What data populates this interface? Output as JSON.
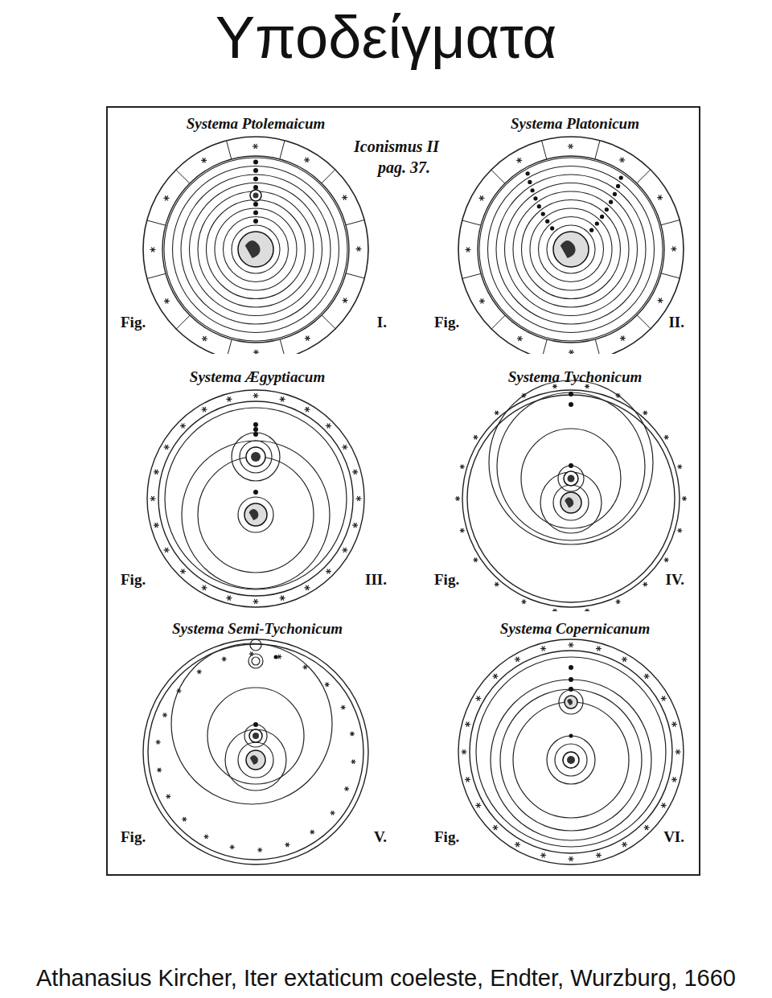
{
  "diagram": {
    "title": "Υποδείγματα",
    "caption": "Athanasius Kircher, Iter extaticum coeleste, Endter, Wurzburg, 1660",
    "nodes": [
      {
        "text": [
          "Systema Ptolemaicum",
          "Fig.",
          "I."
        ]
      },
      {
        "text": [
          "Systema Platonicum",
          "Fig.",
          "II."
        ]
      },
      {
        "text": [
          "Systema Ægyptiacum",
          "Fig.",
          "III."
        ]
      },
      {
        "text": [
          "Systema Tychonicum",
          "Fig.",
          "IV."
        ]
      },
      {
        "text": [
          "Systema Semi-Tychonicum",
          "Fig.",
          "V."
        ]
      },
      {
        "text": [
          "Systema Copernicanum",
          "Fig.",
          "VI."
        ]
      }
    ],
    "labels": [
      "Iconismus II",
      "pag. 37."
    ]
  }
}
